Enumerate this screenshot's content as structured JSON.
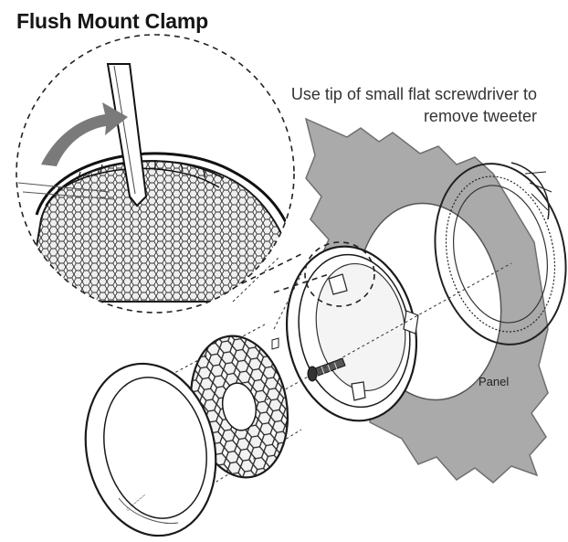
{
  "title": "Flush Mount Clamp",
  "callout": {
    "line1": "Use tip of small flat screwdriver to",
    "line2": "remove tweeter"
  },
  "panel_label": "Panel",
  "colors": {
    "panel": "#a9a9a9",
    "panel_edge": "#777777",
    "line": "#1a1a1a",
    "arrow": "#7a7a7a",
    "grille": "#d8d8d8"
  }
}
